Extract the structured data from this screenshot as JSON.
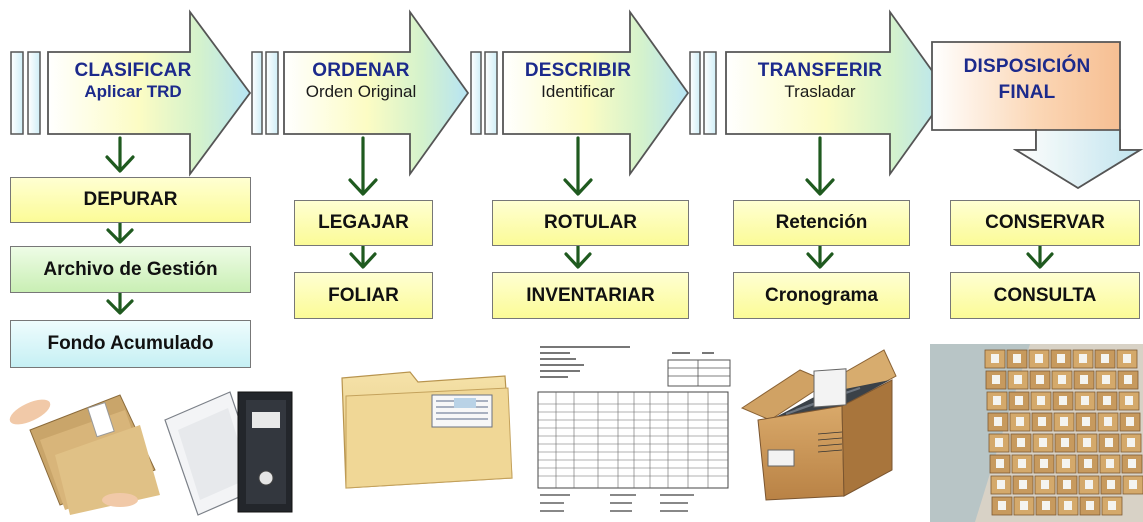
{
  "steps": [
    {
      "title": "CLASIFICAR",
      "subtitle": "Aplicar TRD"
    },
    {
      "title": "ORDENAR",
      "subtitle": "Orden Original"
    },
    {
      "title": "DESCRIBIR",
      "subtitle": "Identificar"
    },
    {
      "title": "TRANSFERIR",
      "subtitle": "Trasladar"
    },
    {
      "title": "DISPOSICIÓN",
      "subtitle": "FINAL"
    }
  ],
  "boxes": {
    "clasificar": [
      "DEPURAR",
      "Archivo de Gestión",
      "Fondo Acumulado"
    ],
    "ordenar": [
      "LEGAJAR",
      "FOLIAR"
    ],
    "describir": [
      "ROTULAR",
      "INVENTARIAR"
    ],
    "transferir": [
      "Retención",
      "Cronograma"
    ],
    "disposicion": [
      "CONSERVAR",
      "CONSULTA"
    ]
  },
  "images": [
    {
      "icon": "folder-and-binder-photo"
    },
    {
      "icon": "manila-folder-photo"
    },
    {
      "icon": "inventory-form-photo"
    },
    {
      "icon": "archive-box-photo"
    },
    {
      "icon": "archive-shelves-photo"
    }
  ],
  "colors": {
    "title_blue": "#1c2a8c",
    "arrow_green": "#1f5a1f",
    "arrow_gradient": [
      "#ffffff",
      "#fcfcc4",
      "#d4f2cc",
      "#b7e4f4"
    ],
    "final_arrow": [
      "#ffffff",
      "#fbd7b6",
      "#f5b98a"
    ],
    "box_yellow": "#fbfb97",
    "box_green": "#c9efb4",
    "box_cyan": "#c6f0f4"
  }
}
